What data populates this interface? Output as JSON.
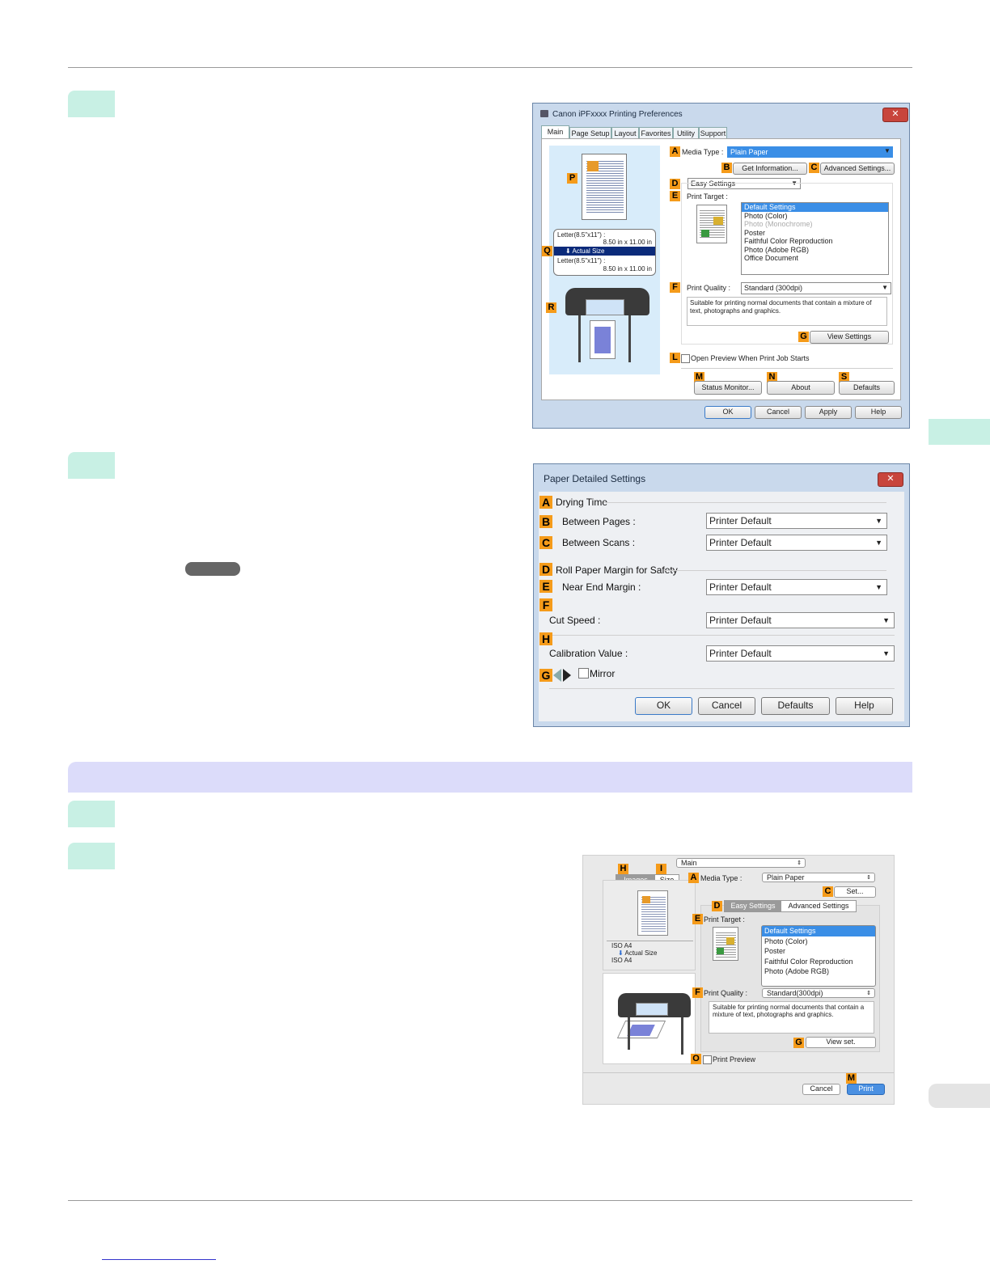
{
  "win_dialog": {
    "title": "Canon iPFxxxx Printing Preferences",
    "close_label": "✕",
    "tabs": [
      "Main",
      "Page Setup",
      "Layout",
      "Favorites",
      "Utility",
      "Support"
    ],
    "media_type_label": "Media Type :",
    "media_type_value": "Plain Paper",
    "get_information": "Get Information...",
    "advanced_settings": "Advanced Settings...",
    "mode_value": "Easy Settings",
    "print_target_label": "Print Target :",
    "print_targets": [
      "Default Settings",
      "Photo (Color)",
      "Photo (Monochrome)",
      "Poster",
      "Faithful Color Reproduction",
      "Photo (Adobe RGB)",
      "Office Document"
    ],
    "print_quality_label": "Print Quality :",
    "print_quality_value": "Standard (300dpi)",
    "description": "Suitable for printing normal documents that contain a mixture of text, photographs and graphics.",
    "view_settings": "View Settings",
    "open_preview": "Open Preview When Print Job Starts",
    "status_monitor": "Status Monitor...",
    "about": "About",
    "defaults": "Defaults",
    "ok": "OK",
    "cancel": "Cancel",
    "apply": "Apply",
    "help": "Help",
    "size_line1": "Letter(8.5\"x11\") :",
    "size_line2": "8.50 in x 11.00 in",
    "actual_size": "Actual Size",
    "size_line3": "Letter(8.5\"x11\") :",
    "size_line4": "8.50 in x 11.00 in",
    "badges": {
      "A": "A",
      "B": "B",
      "C": "C",
      "D": "D",
      "E": "E",
      "F": "F",
      "G": "G",
      "L": "L",
      "M": "M",
      "N": "N",
      "S": "S",
      "P": "P",
      "Q": "Q",
      "R": "R"
    }
  },
  "paper_dialog": {
    "title": "Paper Detailed Settings",
    "close_label": "✕",
    "drying_time": "Drying Time",
    "between_pages": "Between Pages :",
    "between_pages_value": "Printer Default",
    "between_scans": "Between Scans :",
    "between_scans_value": "Printer Default",
    "roll_margin": "Roll Paper Margin for Safety",
    "near_end_margin": "Near End Margin :",
    "near_end_value": "Printer Default",
    "cut_speed": "Cut Speed :",
    "cut_speed_value": "Printer Default",
    "calibration_value": "Calibration Value :",
    "calibration_value_value": "Printer Default",
    "mirror": "Mirror",
    "ok": "OK",
    "cancel": "Cancel",
    "defaults": "Defaults",
    "help": "Help",
    "badges": {
      "A": "A",
      "B": "B",
      "C": "C",
      "D": "D",
      "E": "E",
      "F": "F",
      "G": "G",
      "H": "H"
    }
  },
  "mac_dialog": {
    "panel_select": "Main",
    "tab_images": "Images",
    "tab_size": "Size",
    "media_type_label": "Media Type :",
    "media_type_value": "Plain Paper",
    "set_button": "Set...",
    "easy_settings": "Easy Settings",
    "advanced_settings": "Advanced Settings",
    "print_target_label": "Print Target :",
    "print_targets": [
      "Default Settings",
      "Photo (Color)",
      "Poster",
      "Faithful Color Reproduction",
      "Photo (Adobe RGB)"
    ],
    "print_quality_label": "Print Quality :",
    "print_quality_value": "Standard(300dpi)",
    "description": "Suitable for printing normal documents that contain a mixture of text, photographs and graphics.",
    "view_set": "View set.",
    "print_preview": "Print Preview",
    "cancel": "Cancel",
    "print": "Print",
    "size_line1": "ISO A4",
    "actual_size": "Actual Size",
    "size_line2": "ISO A4",
    "badges": {
      "H": "H",
      "I": "I",
      "A": "A",
      "C": "C",
      "D": "D",
      "E": "E",
      "F": "F",
      "G": "G",
      "O": "O",
      "M": "M"
    }
  },
  "colors": {
    "step": "#c8f0e4",
    "banner": "#dcdcfa",
    "badge": "#f59b1a",
    "selection": "#3a8ee6"
  }
}
